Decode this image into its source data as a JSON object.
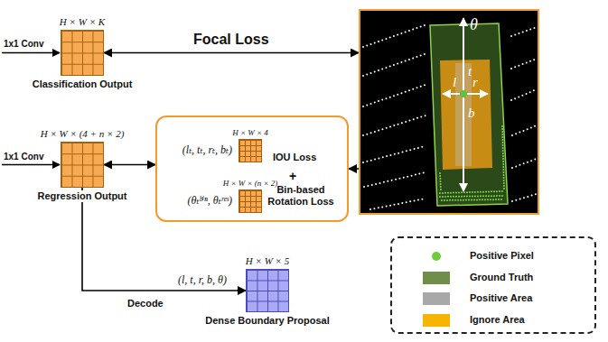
{
  "diagram": {
    "nodes": [
      {
        "text": [
          "H × W × K",
          "Classification Output"
        ]
      },
      {
        "text": [
          "θ",
          "t",
          "l",
          "r",
          "b"
        ]
      },
      {
        "text": [
          "H × W × (4 + n × 2)",
          "Regression Output"
        ]
      },
      {
        "text": [
          "IOU Loss",
          "+",
          "Bin-based Rotation Loss"
        ]
      },
      {
        "text": [
          "H × W × 4",
          "(lₜ, tₜ, rₜ, bₜ)"
        ],
        "in": 3
      },
      {
        "text": [
          "H × W × (n × 2)",
          "(θₜᵇⁱⁿ, θₜʳᵉˢ)"
        ],
        "in": 3
      },
      {
        "text": [
          "H × W × 5",
          "Dense Boundary Proposal"
        ]
      }
    ],
    "edges": [
      {
        "from": 0,
        "to": 1,
        "arrow": "both",
        "label": "Focal Loss"
      },
      {
        "from": 2,
        "to": 3,
        "arrow": "both"
      },
      {
        "from": 1,
        "to": 3,
        "arrow": "to"
      },
      {
        "from": 2,
        "to": 6,
        "arrow": "to",
        "label": "Decode"
      }
    ],
    "labels": [
      "1x1 Conv",
      "1x1 Conv",
      "(l, t, r, b, θ)"
    ],
    "legend": [
      {
        "text": "Positive Pixel",
        "color": "#6ccc3a"
      },
      {
        "text": "Ground Truth",
        "color": "#6e8e4a"
      },
      {
        "text": "Positive Area",
        "color": "#a8a8a8"
      },
      {
        "text": "Ignore Area",
        "color": "#f7b500"
      }
    ]
  }
}
